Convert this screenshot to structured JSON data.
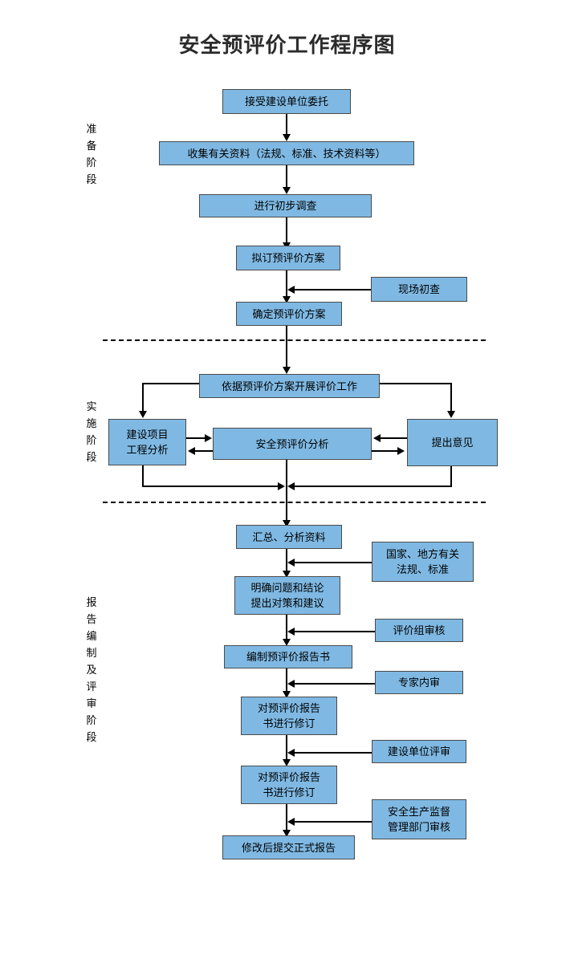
{
  "title": "安全预评价工作程序图",
  "colors": {
    "node_fill": "#7FB9E3",
    "node_border": "#4a4a4a",
    "connector": "#000000",
    "title_color": "#2b2b2b",
    "background": "#ffffff"
  },
  "stages": [
    {
      "id": "preparation",
      "label": "准备阶段",
      "chars": [
        "准",
        "备",
        "阶",
        "段"
      ]
    },
    {
      "id": "implementation",
      "label": "实施阶段",
      "chars": [
        "实",
        "施",
        "阶",
        "段"
      ]
    },
    {
      "id": "reporting",
      "label": "报告编制及评审阶段",
      "chars": [
        "报",
        "告",
        "编",
        "制",
        "及",
        "评",
        "审",
        "阶",
        "段"
      ]
    }
  ],
  "nodes": {
    "accept_commission": {
      "lines": [
        "接受建设单位委托"
      ]
    },
    "collect_data": {
      "lines": [
        "收集有关资料（法规、标准、技术资料等）"
      ]
    },
    "preliminary_survey": {
      "lines": [
        "进行初步调查"
      ]
    },
    "draft_plan": {
      "lines": [
        "拟订预评价方案"
      ]
    },
    "site_inspection": {
      "lines": [
        "现场初查"
      ]
    },
    "confirm_plan": {
      "lines": [
        "确定预评价方案"
      ]
    },
    "carry_out_evaluation": {
      "lines": [
        "依据预评价方案开展评价工作"
      ]
    },
    "project_engineering_analysis": {
      "lines": [
        "建设项目",
        "工程分析"
      ]
    },
    "safety_pre_evaluation_analysis": {
      "lines": [
        "安全预评价分析"
      ]
    },
    "submit_opinions": {
      "lines": [
        "提出意见"
      ]
    },
    "summarize_analyze": {
      "lines": [
        "汇总、分析资料"
      ]
    },
    "national_local_laws": {
      "lines": [
        "国家、地方有关",
        "法规、标准"
      ]
    },
    "clarify_conclusions": {
      "lines": [
        "明确问题和结论",
        "提出对策和建议"
      ]
    },
    "evaluation_group_review": {
      "lines": [
        "评价组审核"
      ]
    },
    "compile_report": {
      "lines": [
        "编制预评价报告书"
      ]
    },
    "expert_internal_review": {
      "lines": [
        "专家内审"
      ]
    },
    "revise_report_1": {
      "lines": [
        "对预评价报告",
        "书进行修订"
      ]
    },
    "construction_unit_review": {
      "lines": [
        "建设单位评审"
      ]
    },
    "revise_report_2": {
      "lines": [
        "对预评价报告",
        "书进行修订"
      ]
    },
    "safety_supervision_review": {
      "lines": [
        "安全生产监督",
        "管理部门审核"
      ]
    },
    "submit_final_report": {
      "lines": [
        "修改后提交正式报告"
      ]
    }
  },
  "dividers": [
    {
      "id": "divider-preparation-implementation"
    },
    {
      "id": "divider-implementation-reporting"
    }
  ]
}
